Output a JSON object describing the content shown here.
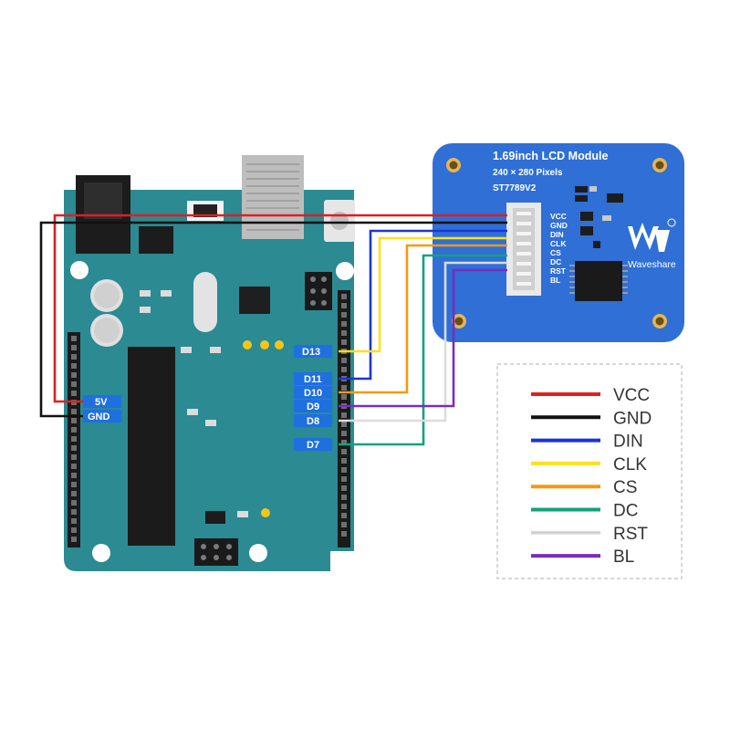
{
  "lcd_module": {
    "title": "1.69inch LCD Module",
    "resolution": "240 × 280 Pixels",
    "driver": "ST7789V2",
    "pins": [
      "VCC",
      "GND",
      "DIN",
      "CLK",
      "CS",
      "DC",
      "RST",
      "BL"
    ],
    "brand": "Waveshare",
    "board_color": "#2f6fd6"
  },
  "arduino": {
    "board_color": "#2b8a92",
    "left_pins": [
      "5V",
      "GND"
    ],
    "right_pins": [
      "D13",
      "D11",
      "D10",
      "D9",
      "D8",
      "D7"
    ]
  },
  "legend": [
    {
      "label": "VCC",
      "color": "#e01f1f"
    },
    {
      "label": "GND",
      "color": "#111111"
    },
    {
      "label": "DIN",
      "color": "#1a35d8"
    },
    {
      "label": "CLK",
      "color": "#ffe01a"
    },
    {
      "label": "CS",
      "color": "#f39a12"
    },
    {
      "label": "DC",
      "color": "#12a37a"
    },
    {
      "label": "RST",
      "color": "#dcdcdc"
    },
    {
      "label": "BL",
      "color": "#7b2bbd"
    }
  ]
}
